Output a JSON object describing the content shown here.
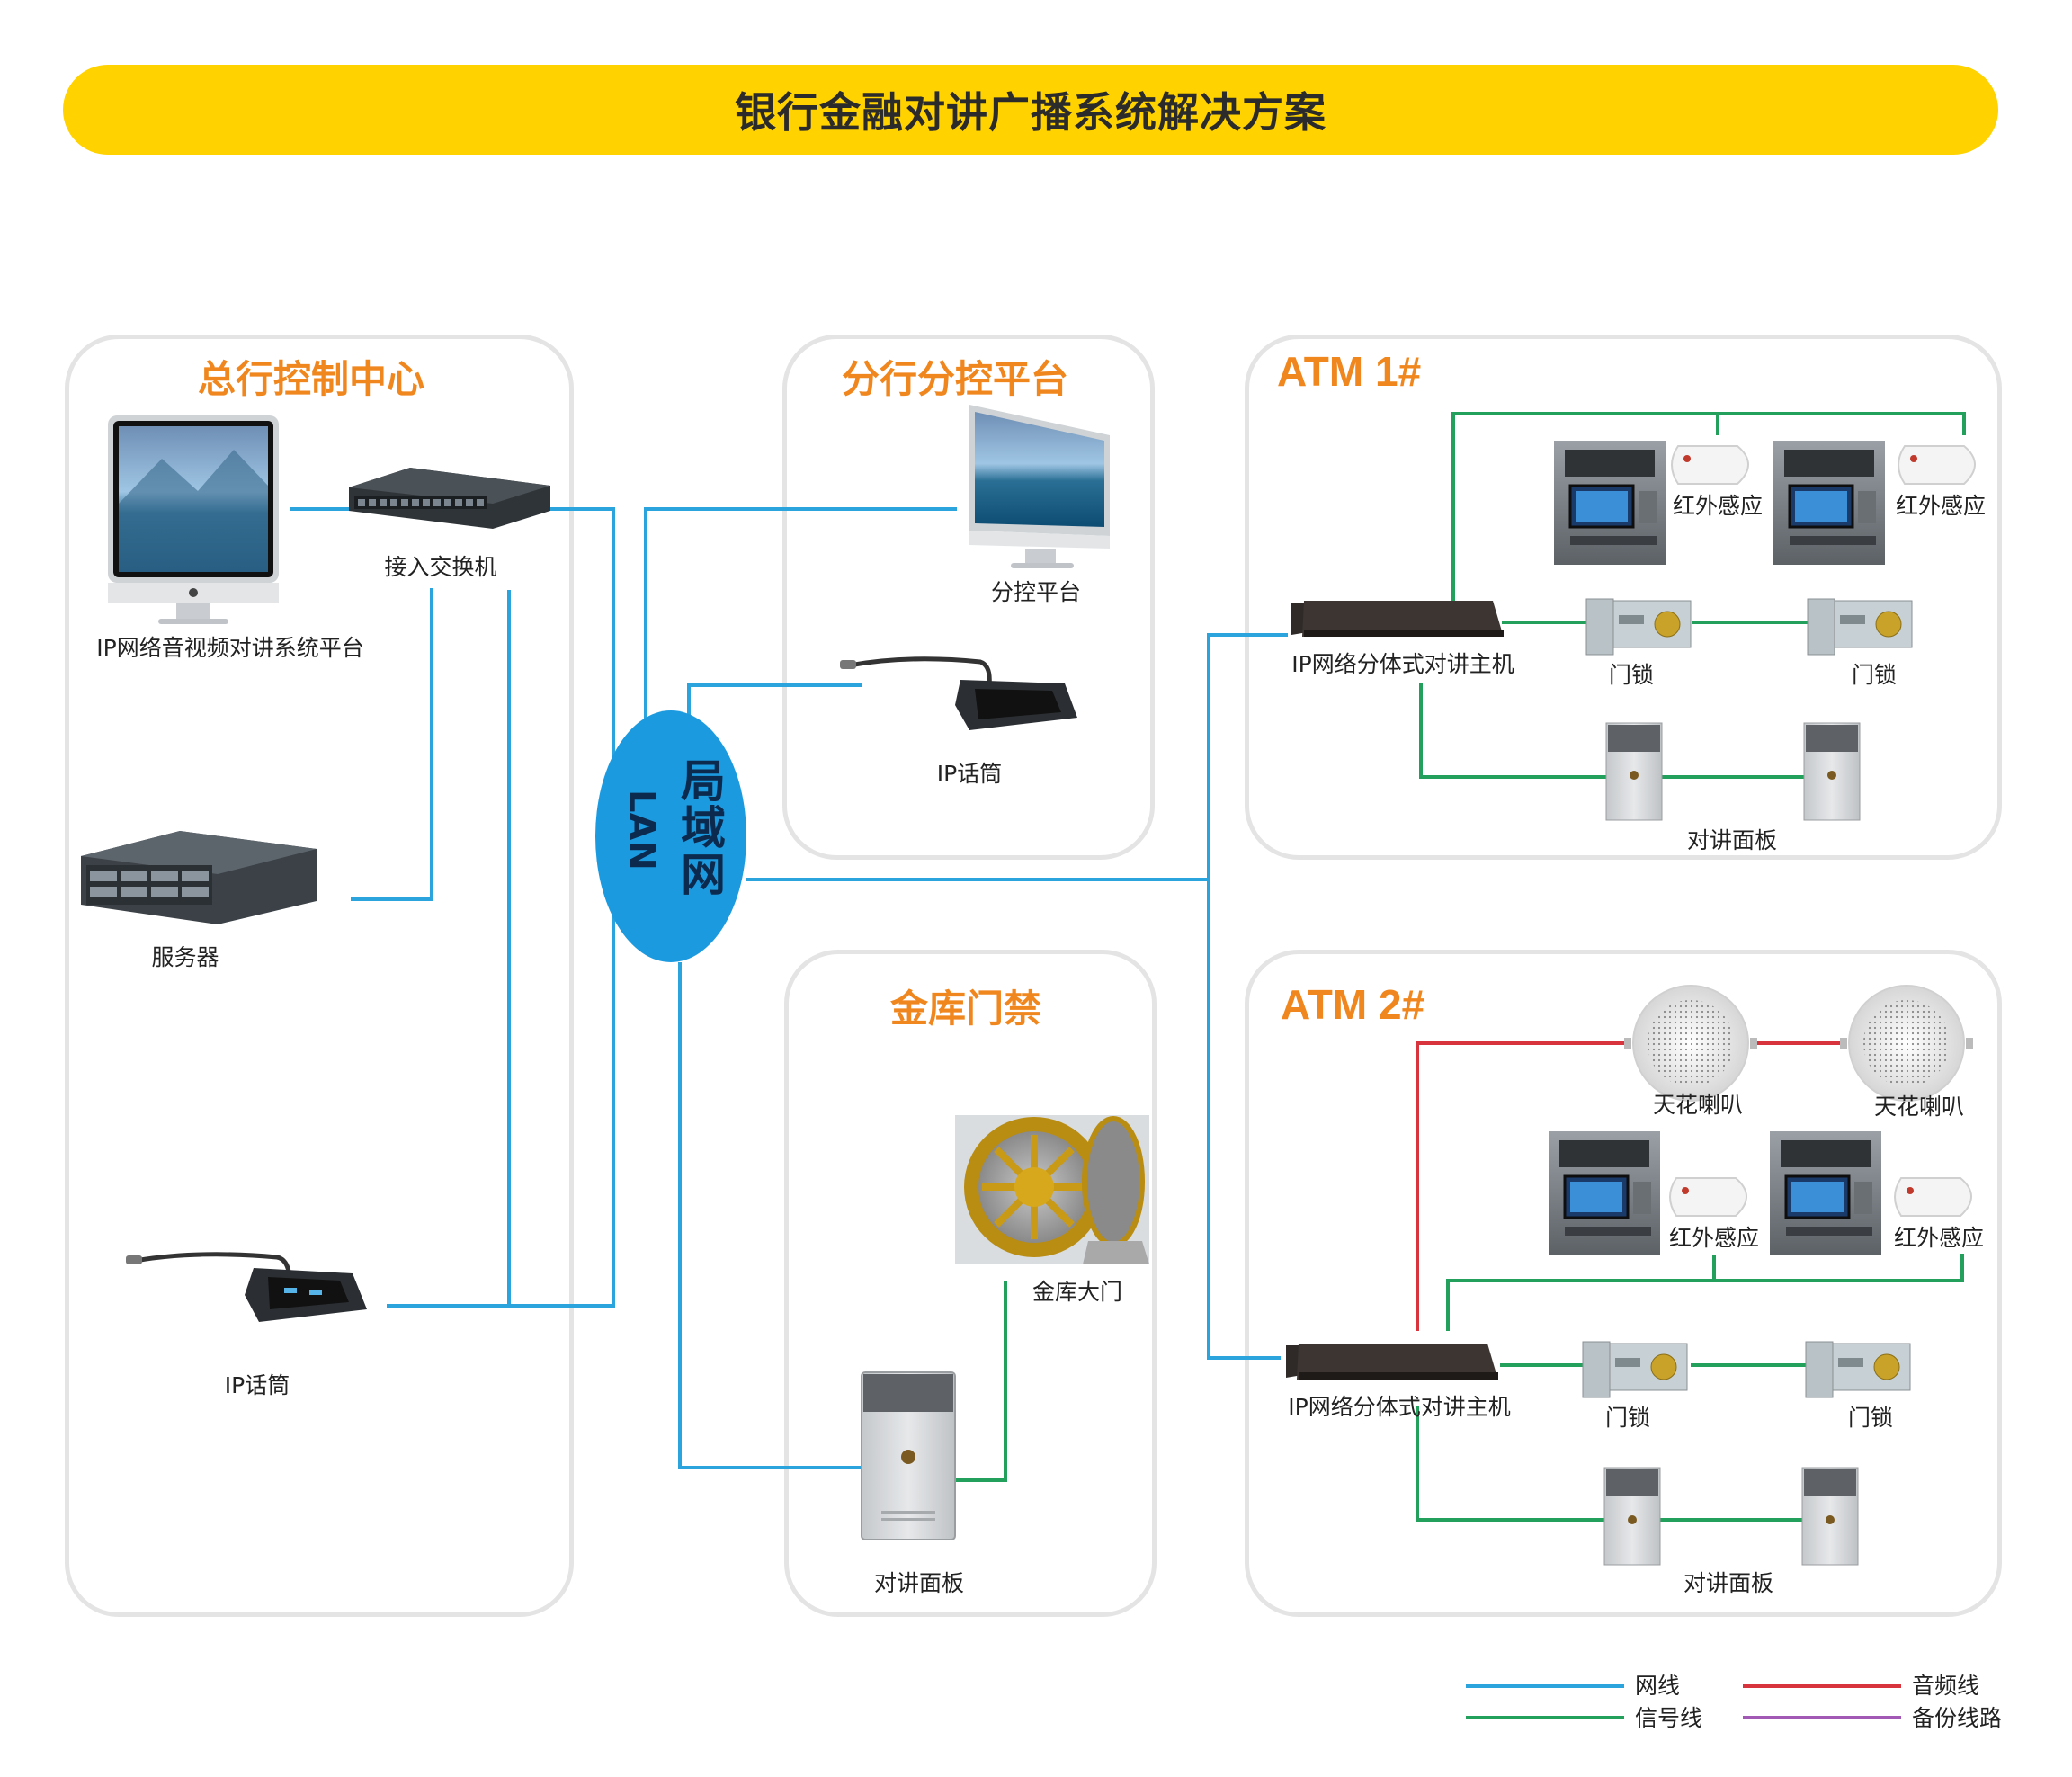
{
  "title": "银行金融对讲广播系统解决方案",
  "colors": {
    "title_bar": "#FFD200",
    "panel_title": "#F0871E",
    "network_line": "#2BA3DC",
    "signal_line": "#23A05B",
    "audio_line": "#D7343E",
    "backup_line": "#A259B5",
    "lan_cloud": "#1C9AE0"
  },
  "lan": {
    "cn": "局域网",
    "en": "LAN"
  },
  "panels": {
    "hq": {
      "title": "总行控制中心",
      "platform": "IP网络音视频对讲系统平台",
      "switch": "接入交换机",
      "server": "服务器",
      "mic": "IP话筒"
    },
    "branch": {
      "title": "分行分控平台",
      "platform": "分控平台",
      "mic": "IP话筒"
    },
    "vault": {
      "title": "金库门禁",
      "door": "金库大门",
      "panel": "对讲面板"
    },
    "atm1": {
      "title": "ATM 1#",
      "ir1": "红外感应",
      "ir2": "红外感应",
      "host": "IP网络分体式对讲主机",
      "lock1": "门锁",
      "lock2": "门锁",
      "panel": "对讲面板"
    },
    "atm2": {
      "title": "ATM 2#",
      "speaker1": "天花喇叭",
      "speaker2": "天花喇叭",
      "ir1": "红外感应",
      "ir2": "红外感应",
      "host": "IP网络分体式对讲主机",
      "lock1": "门锁",
      "lock2": "门锁",
      "panel": "对讲面板"
    }
  },
  "legend": {
    "network": "网线",
    "signal": "信号线",
    "audio": "音频线",
    "backup": "备份线路"
  }
}
